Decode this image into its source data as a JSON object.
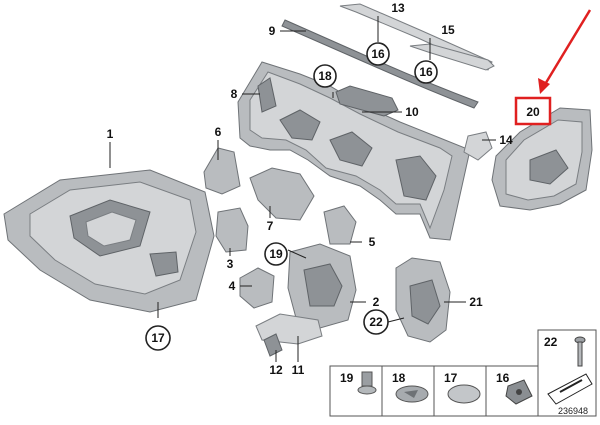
{
  "callouts": {
    "c1": "1",
    "c2": "2",
    "c3": "3",
    "c4": "4",
    "c5": "5",
    "c6": "6",
    "c7": "7",
    "c8": "8",
    "c9": "9",
    "c10": "10",
    "c11": "11",
    "c12": "12",
    "c13": "13",
    "c14": "14",
    "c15": "15",
    "c16a": "16",
    "c16b": "16",
    "c17": "17",
    "c18": "18",
    "c19": "19",
    "c20": "20",
    "c21": "21",
    "c22": "22"
  },
  "parts_tray": {
    "t19": "19",
    "t18": "18",
    "t17": "17",
    "t16": "16",
    "t22": "22"
  },
  "diagram_id": "236948",
  "highlight_color": "#e02020"
}
